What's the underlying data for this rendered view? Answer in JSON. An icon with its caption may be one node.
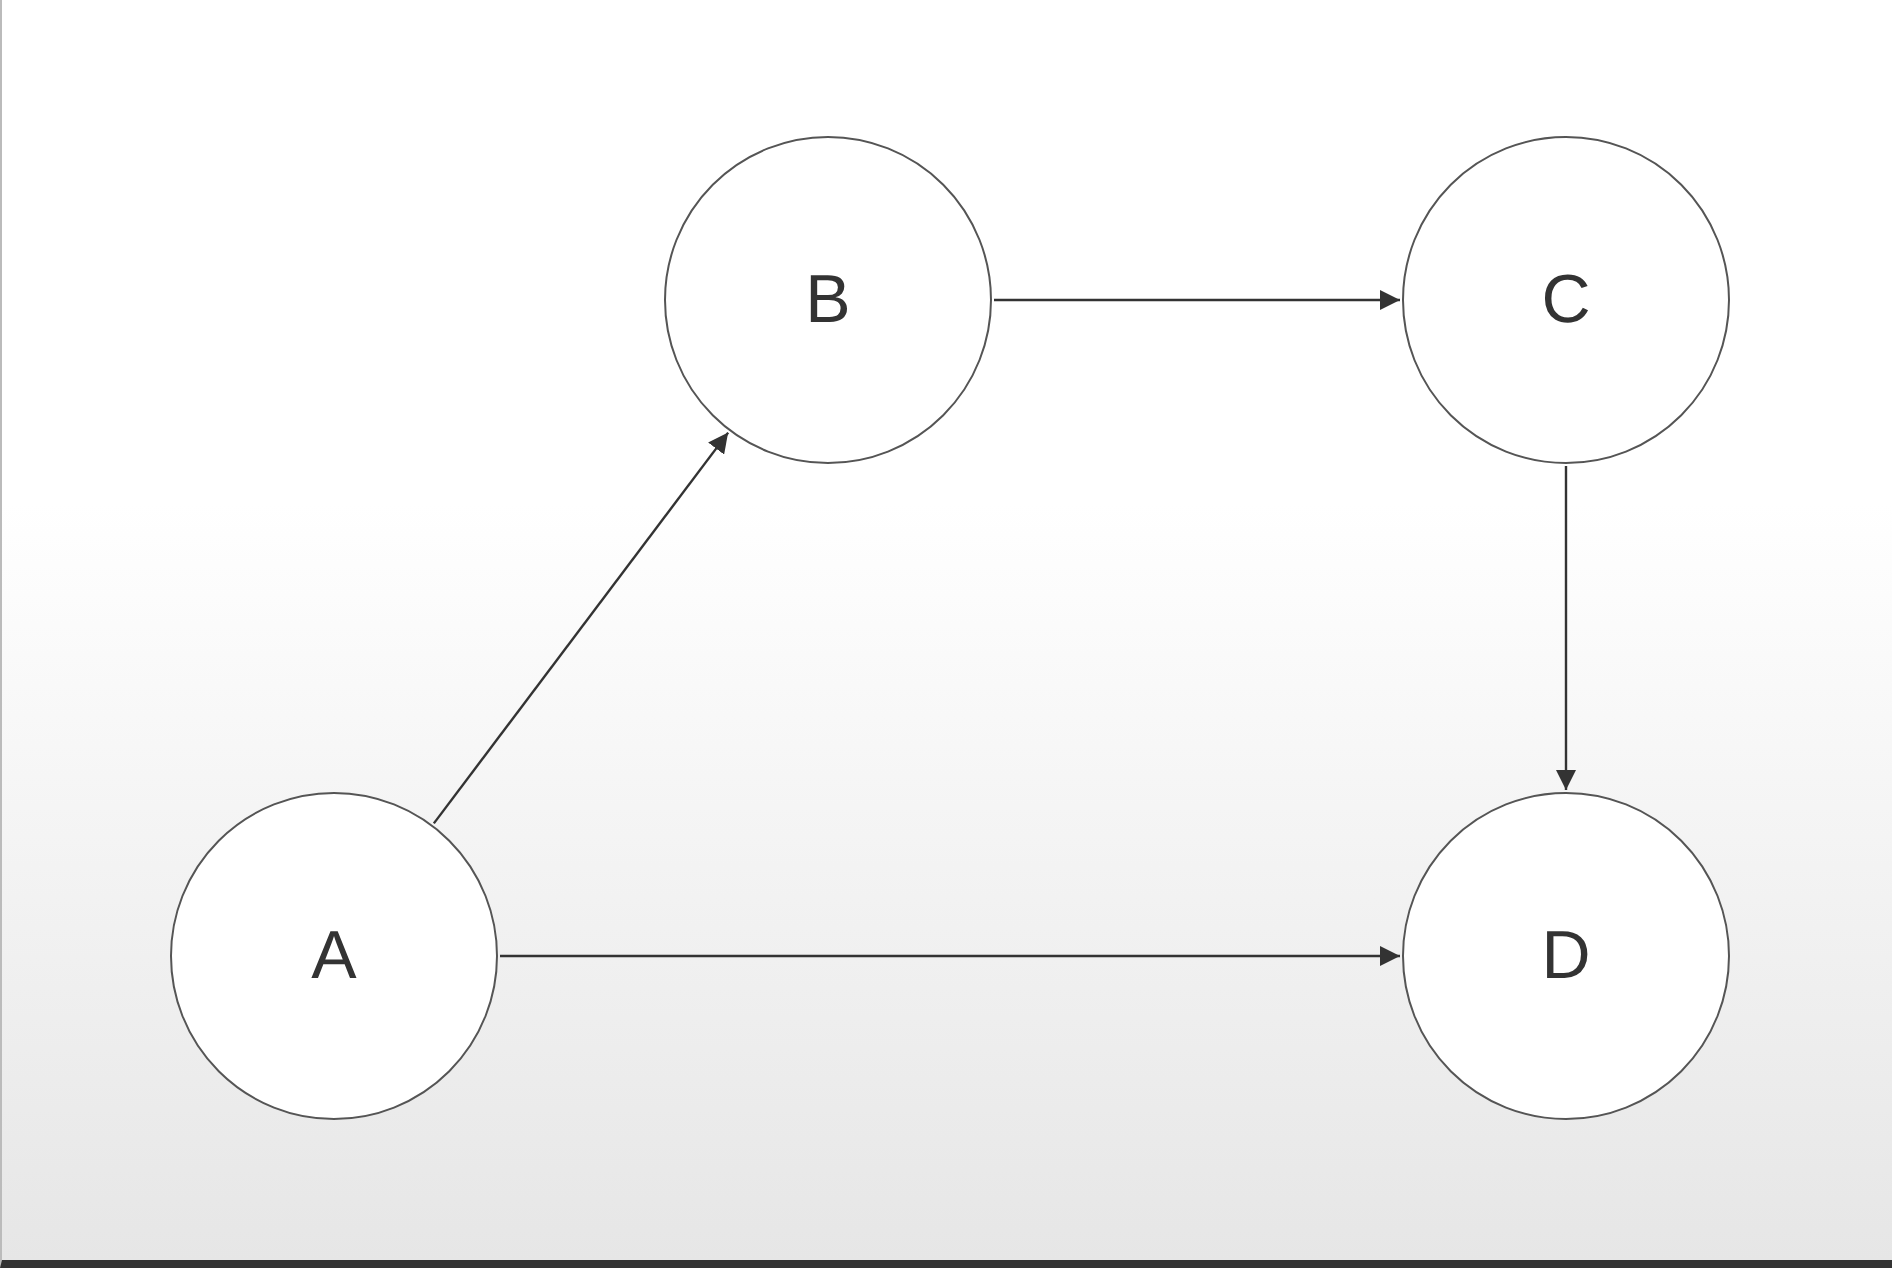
{
  "diagram": {
    "nodes": [
      {
        "text": [
          "A"
        ]
      },
      {
        "text": [
          "B"
        ]
      },
      {
        "text": [
          "C"
        ]
      },
      {
        "text": [
          "D"
        ]
      }
    ],
    "edges": [
      {
        "from": 0,
        "to": 1,
        "arrow": "to"
      },
      {
        "from": 1,
        "to": 2,
        "arrow": "to"
      },
      {
        "from": 2,
        "to": 3,
        "arrow": "to"
      },
      {
        "from": 0,
        "to": 3,
        "arrow": "to"
      }
    ]
  }
}
